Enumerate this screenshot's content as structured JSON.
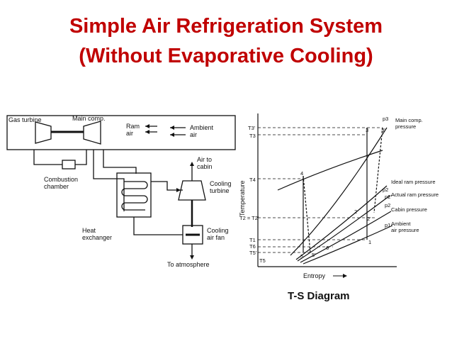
{
  "title_line1": "Simple Air Refrigeration System",
  "title_line2": "(Without Evaporative Cooling)",
  "schematic": {
    "gas_turbine": "Gas turbine",
    "main_comp": "Main comp.",
    "ram_air_1": "Ram",
    "ram_air_2": "air",
    "ambient_air_1": "Ambient",
    "ambient_air_2": "air",
    "combustion_1": "Combustion",
    "combustion_2": "chamber",
    "air_to_cabin_1": "Air to",
    "air_to_cabin_2": "cabin",
    "cooling_turbine_1": "Cooling",
    "cooling_turbine_2": "turbine",
    "heat_exchanger_1": "Heat",
    "heat_exchanger_2": "exchanger",
    "cooling_fan_1": "Cooling",
    "cooling_fan_2": "air fan",
    "to_atmosphere": "To atmosphere"
  },
  "ts_diagram": {
    "caption": "T-S Diagram",
    "y_axis": "Temperature",
    "x_axis": "Entropy",
    "t_labels": [
      "T3'",
      "T3",
      "T4",
      "T2 = T2'",
      "T1",
      "T6",
      "T5'",
      "T5"
    ],
    "points": [
      "1",
      "2",
      "2'",
      "3",
      "3'",
      "4",
      "5",
      "5'",
      "6"
    ],
    "pressure_labels": [
      "p3",
      "p2",
      "p2'",
      "p2",
      "p1"
    ],
    "legend": {
      "main_comp_1": "Main comp.",
      "main_comp_2": "pressure",
      "ideal_ram": "Ideal ram pressure",
      "actual_ram": "Actual ram pressure",
      "cabin": "Cabin pressure",
      "ambient_1": "Ambient",
      "ambient_2": "air pressure"
    }
  }
}
